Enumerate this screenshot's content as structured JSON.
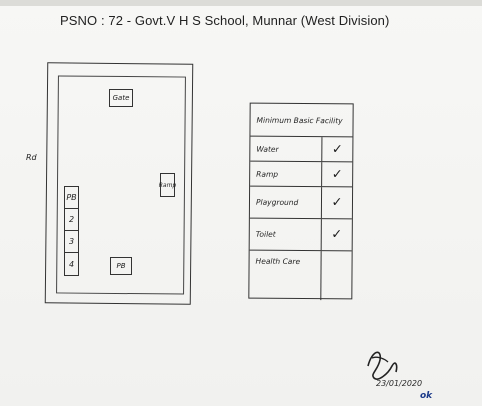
{
  "document": {
    "heading": "PSNO : 72 - Govt.V H S School, Munnar (West Division)"
  },
  "site_map": {
    "side_label": "Rd",
    "top_box_label": "Gate",
    "right_box_label": "Ramp",
    "bottom_box_label": "PB",
    "room_stack": [
      "PB",
      "2",
      "3",
      "4"
    ]
  },
  "checklist": {
    "header": "Minimum Basic Facility",
    "rows": [
      {
        "label": "Water",
        "checked": true
      },
      {
        "label": "Ramp",
        "checked": true
      },
      {
        "label": "Playground",
        "checked": true
      },
      {
        "label": "Toilet",
        "checked": true
      },
      {
        "label": "Health Care",
        "checked": false
      }
    ],
    "check_glyph": "✓"
  },
  "signature": {
    "note": "23/01/2020",
    "ink_mark": "ok",
    "ink_color": "#1b3a8a"
  }
}
